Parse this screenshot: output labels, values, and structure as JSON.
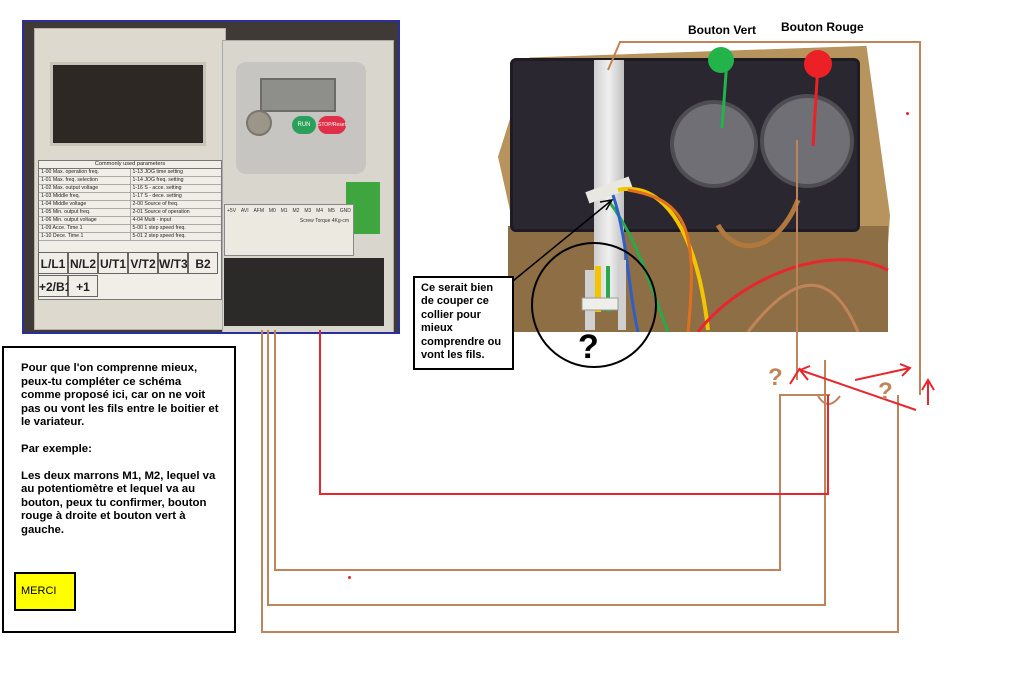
{
  "labels": {
    "green_button": "Bouton Vert",
    "red_button": "Bouton Rouge"
  },
  "notes": {
    "left_paragraph_1": "Pour que l'on comprenne mieux, peux-tu compléter ce schéma comme proposé ici, car on ne voit pas ou vont les fils entre le boitier et le variateur.",
    "left_paragraph_2": "Par exemple:",
    "left_paragraph_3": "Les deux marrons M1, M2, lequel va au potentiomètre et lequel va au bouton, peux tu confirmer, bouton rouge à droite et bouton vert à gauche.",
    "merci": "MERCI",
    "collar_note": "Ce serait bien de couper ce collier pour mieux comprendre ou vont les fils.",
    "unknown_mark": "?"
  },
  "drive_photo": {
    "keypad": {
      "run_label": "RUN",
      "stop_label": "STOP/Reset"
    },
    "param_table_header": "Commonly used parameters",
    "param_rows": [
      [
        "1-00 Max. operation freq.",
        "1-13 JOG time setting"
      ],
      [
        "1-01 Max. freq. selection",
        "1-14 JOG freq. setting"
      ],
      [
        "1-02 Max. output voltage",
        "1-16 S - acce. setting"
      ],
      [
        "1-03 Middle freq.",
        "1-17 S - dece. setting"
      ],
      [
        "1-04 Middle voltage",
        "2-00 Source of freq."
      ],
      [
        "1-05 Min. output freq.",
        "2-01 Source of operation"
      ],
      [
        "1-06 Min. output voltage",
        "4-04 Multi - input"
      ],
      [
        "1-09 Acce. Time 1",
        "5-00 1 step speed freq."
      ],
      [
        "1-10 Dece. Time 1",
        "5-01 2 step speed freq."
      ]
    ],
    "terminal_legend": [
      "L/L1",
      "N/L2",
      "U/T1",
      "V/T2",
      "W/T3",
      "B2",
      "+2/B1",
      "+1"
    ],
    "terminal_labels": [
      "+5V",
      "AVI",
      "AFM",
      "M0",
      "M1",
      "M2",
      "M3",
      "M4",
      "M5",
      "GND"
    ],
    "screw_torque": "Screw Torque 4Kg-cm"
  },
  "colors": {
    "brown_wire": "#c0845a",
    "red_wire": "#e8262e",
    "green_dot": "#22b34a",
    "red_dot": "#ec2027",
    "merci_bg": "#ffff00"
  }
}
